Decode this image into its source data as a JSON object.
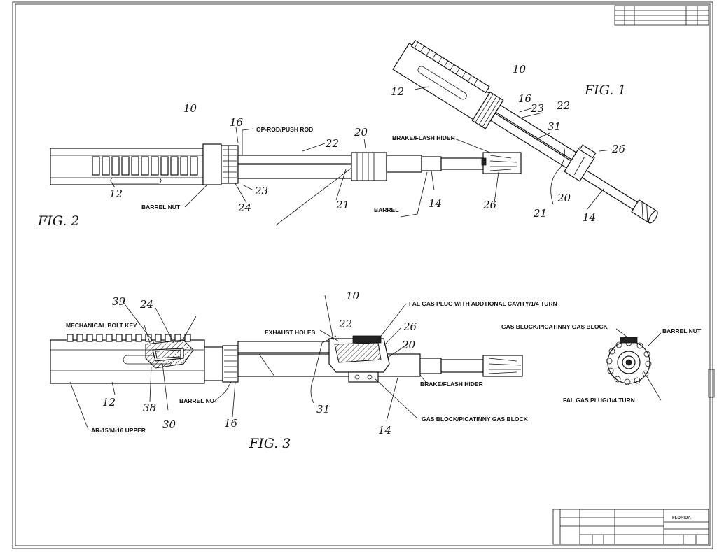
{
  "figures": {
    "fig1": {
      "title": "FIG. 1",
      "ref_assembly": "10",
      "refs": {
        "r12": "12",
        "r16": "16",
        "r23": "23",
        "r22": "22",
        "r31": "31",
        "r26": "26",
        "r20": "20",
        "r21": "21",
        "r14": "14"
      }
    },
    "fig2": {
      "title": "FIG. 2",
      "ref_assembly": "10",
      "labels": {
        "op_rod": "OP-ROD/PUSH ROD",
        "barrel_nut": "BARREL NUT",
        "brake": "BRAKE/FLASH HIDER",
        "barrel": "BARREL"
      },
      "refs": {
        "r16": "16",
        "r22": "22",
        "r20": "20",
        "r12": "12",
        "r23": "23",
        "r24": "24",
        "r21": "21",
        "r14": "14",
        "r26": "26"
      }
    },
    "fig3": {
      "title": "FIG. 3",
      "ref_assembly": "10",
      "labels": {
        "mech_bolt_key": "MECHANICAL BOLT KEY",
        "exhaust_holes": "EXHAUST HOLES",
        "fal_gas_plug": "FAL GAS PLUG WITH ADDTIONAL CAVITY/1/4 TURN",
        "barrel_nut": "BARREL NUT",
        "brake": "BRAKE/FLASH HIDER",
        "gas_block": "GAS BLOCK/PICATINNY GAS BLOCK",
        "upper": "AR-15/M-16 UPPER"
      },
      "refs": {
        "r39": "39",
        "r24": "24",
        "r22": "22",
        "r26": "26",
        "r20": "20",
        "r12": "12",
        "r38": "38",
        "r30": "30",
        "r16": "16",
        "r31": "31",
        "r14": "14"
      }
    },
    "endview": {
      "labels": {
        "gas_block": "GAS BLOCK/PICATINNY GAS BLOCK",
        "barrel_nut": "BARREL NUT",
        "fal_gas_plug": "FAL GAS PLUG/1/4 TURN"
      }
    }
  },
  "title_block": {
    "location": "FLORIDA"
  }
}
